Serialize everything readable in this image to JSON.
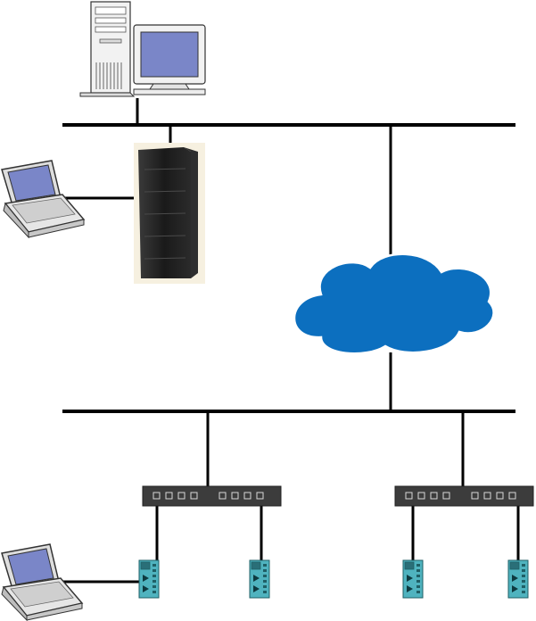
{
  "diagram": {
    "type": "network-topology",
    "nodes": [
      {
        "id": "workstation",
        "kind": "desktop-computer"
      },
      {
        "id": "server",
        "kind": "tower-server"
      },
      {
        "id": "laptop-top",
        "kind": "laptop"
      },
      {
        "id": "cloud",
        "kind": "network-cloud"
      },
      {
        "id": "switch-left",
        "kind": "ethernet-switch"
      },
      {
        "id": "switch-right",
        "kind": "ethernet-switch"
      },
      {
        "id": "laptop-bottom",
        "kind": "laptop"
      },
      {
        "id": "device-1",
        "kind": "field-device"
      },
      {
        "id": "device-2",
        "kind": "field-device"
      },
      {
        "id": "device-3",
        "kind": "field-device"
      },
      {
        "id": "device-4",
        "kind": "field-device"
      }
    ],
    "edges": [
      [
        "workstation",
        "upper-bus"
      ],
      [
        "server",
        "upper-bus"
      ],
      [
        "laptop-top",
        "server"
      ],
      [
        "cloud",
        "upper-bus"
      ],
      [
        "cloud",
        "lower-bus"
      ],
      [
        "switch-left",
        "lower-bus"
      ],
      [
        "switch-right",
        "lower-bus"
      ],
      [
        "device-1",
        "switch-left"
      ],
      [
        "device-2",
        "switch-left"
      ],
      [
        "device-3",
        "switch-right"
      ],
      [
        "device-4",
        "switch-right"
      ],
      [
        "laptop-bottom",
        "device-1"
      ]
    ],
    "colors": {
      "line": "#000000",
      "cloud": "#0c6fbf",
      "cloud_outline": "#ffffff",
      "monitor_screen": "#7a86c8",
      "case": "#f2f2f2",
      "server_body": "#1c1c1c",
      "device_body": "#4fb3bf",
      "switch_body": "#3c3c3c"
    }
  }
}
